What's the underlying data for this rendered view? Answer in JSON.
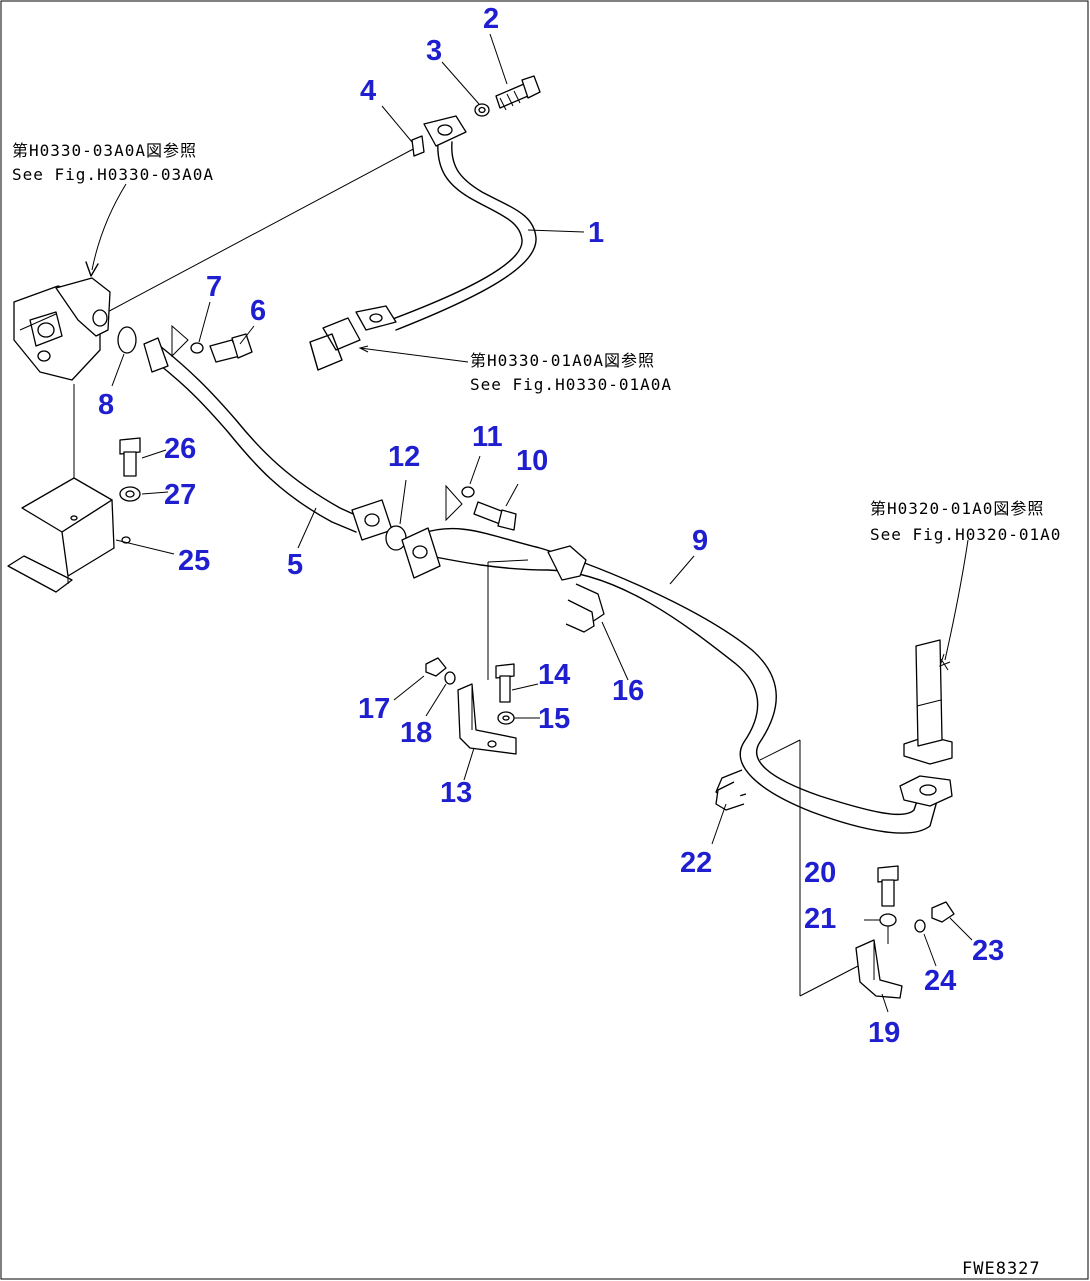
{
  "references": [
    {
      "jp": "第H0330-03A0A図参照",
      "en": "See Fig.H0330-03A0A"
    },
    {
      "jp": "第H0330-01A0A図参照",
      "en": "See Fig.H0330-01A0A"
    },
    {
      "jp": "第H0320-01A0図参照",
      "en": "See Fig.H0320-01A0"
    }
  ],
  "part_numbers": [
    "1",
    "2",
    "3",
    "4",
    "5",
    "6",
    "7",
    "8",
    "9",
    "10",
    "11",
    "12",
    "13",
    "14",
    "15",
    "16",
    "17",
    "18",
    "19",
    "20",
    "21",
    "22",
    "23",
    "24",
    "25",
    "26",
    "27"
  ],
  "drawing_code": "FWE8327",
  "colors": {
    "label": "#1f1fd0",
    "line": "#000000",
    "background": "#ffffff"
  }
}
